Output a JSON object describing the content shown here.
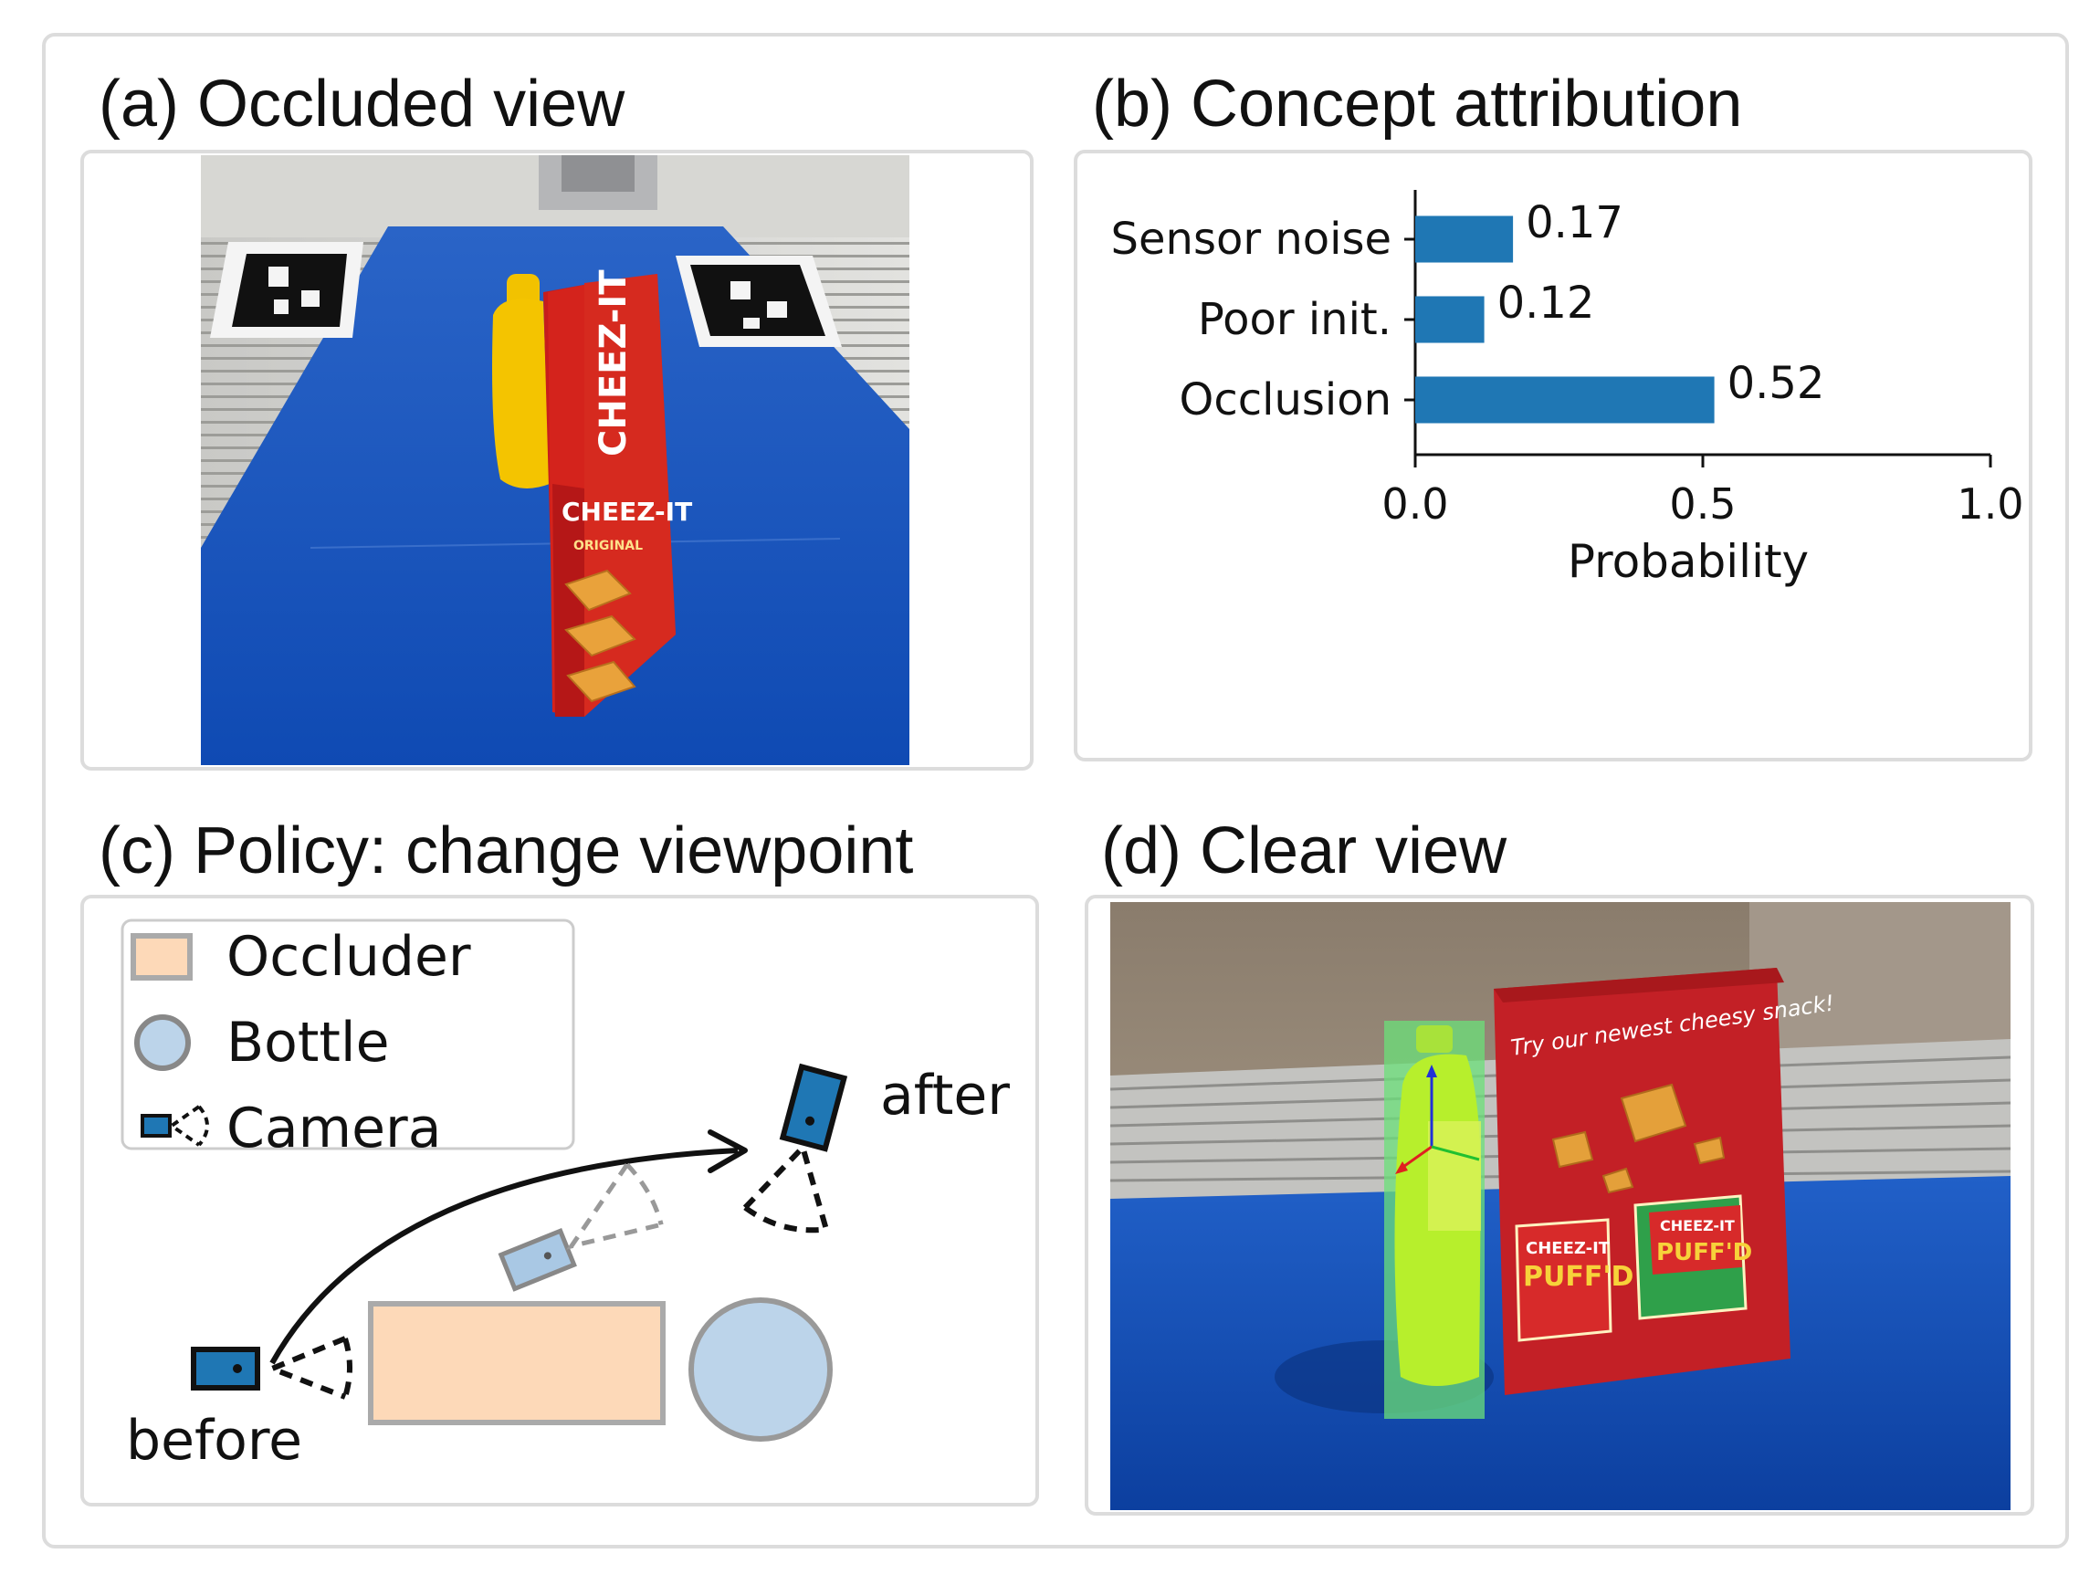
{
  "panels": {
    "a": {
      "title": "(a) Occluded view",
      "box_brand": "CHEEZ-IT",
      "box_variety": "ORIGINAL"
    },
    "b": {
      "title": "(b) Concept attribution"
    },
    "c": {
      "title": "(c) Policy: change viewpoint",
      "legend": {
        "occluder": "Occluder",
        "bottle": "Bottle",
        "camera": "Camera"
      },
      "label_before": "before",
      "label_after": "after",
      "colors": {
        "occluder_fill": "#fdd9b8",
        "occluder_edge": "#aaaaaa",
        "bottle_fill": "#bcd4ea",
        "bottle_edge": "#999999",
        "camera_fill": "#1f77b4",
        "ghost_camera_fill": "#a9c8e4"
      }
    },
    "d": {
      "title": "(d) Clear view",
      "box_headline": "Try our newest cheesy snack!",
      "box_brand": "CHEEZ-IT",
      "box_product": "PUFF'D"
    }
  },
  "chart_data": {
    "type": "bar",
    "orientation": "horizontal",
    "categories": [
      "Sensor noise",
      "Poor init.",
      "Occlusion"
    ],
    "values": [
      0.17,
      0.12,
      0.52
    ],
    "value_labels": [
      "0.17",
      "0.12",
      "0.52"
    ],
    "xlabel": "Probability",
    "xlim": [
      0.0,
      1.0
    ],
    "xticks": [
      "0.0",
      "0.5",
      "1.0"
    ],
    "bar_color": "#1f77b4",
    "grid": false
  }
}
